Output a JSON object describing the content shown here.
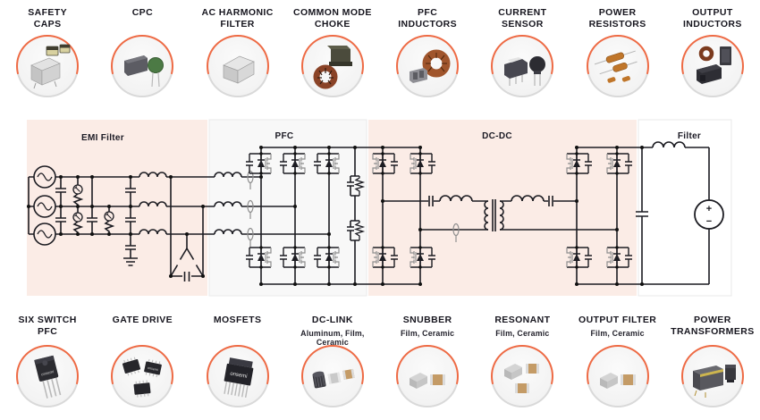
{
  "colors": {
    "accent_orange": "#ee6a44",
    "ring_gray": "#d9d9d9",
    "panel_pink": "#fbece6",
    "panel_light": "#f8f8f8",
    "panel_white": "#ffffff",
    "line_dark": "#1c1c22",
    "line_gray": "#8f8f8f",
    "text_dark": "#17161f"
  },
  "chip_brand": "onsemi",
  "top_row": {
    "items": [
      {
        "label": "SAFETY\nCAPS",
        "icon": "safety-caps-icon"
      },
      {
        "label": "CPC",
        "icon": "cpc-icon"
      },
      {
        "label": "AC HARMONIC\nFILTER",
        "icon": "ac-harmonic-filter-icon"
      },
      {
        "label": "COMMON MODE\nCHOKE",
        "icon": "common-mode-choke-icon"
      },
      {
        "label": "PFC\nINDUCTORS",
        "icon": "pfc-inductors-icon"
      },
      {
        "label": "CURRENT\nSENSOR",
        "icon": "current-sensor-icon"
      },
      {
        "label": "POWER\nRESISTORS",
        "icon": "power-resistors-icon"
      },
      {
        "label": "OUTPUT\nINDUCTORS",
        "icon": "output-inductors-icon"
      }
    ]
  },
  "bottom_row": {
    "items": [
      {
        "label": "SIX SWITCH\nPFC",
        "subtitle": "",
        "icon": "six-switch-pfc-icon"
      },
      {
        "label": "GATE DRIVE",
        "subtitle": "",
        "icon": "gate-drive-icon"
      },
      {
        "label": "MOSFETS",
        "subtitle": "",
        "icon": "mosfets-icon"
      },
      {
        "label": "DC-LINK",
        "subtitle": "Aluminum, Film, Ceramic",
        "icon": "dc-link-icon"
      },
      {
        "label": "SNUBBER",
        "subtitle": "Film, Ceramic",
        "icon": "snubber-icon"
      },
      {
        "label": "RESONANT",
        "subtitle": "Film, Ceramic",
        "icon": "resonant-icon"
      },
      {
        "label": "OUTPUT FILTER",
        "subtitle": "Film, Ceramic",
        "icon": "output-filter-icon"
      },
      {
        "label": "POWER\nTRANSFORMERS",
        "subtitle": "",
        "icon": "power-transformers-icon"
      }
    ]
  },
  "diagram": {
    "sections": [
      {
        "name": "EMI Filter"
      },
      {
        "name": "PFC"
      },
      {
        "name": "DC-DC"
      },
      {
        "name": "Filter"
      }
    ],
    "source_plus": "+",
    "source_minus": "−"
  }
}
